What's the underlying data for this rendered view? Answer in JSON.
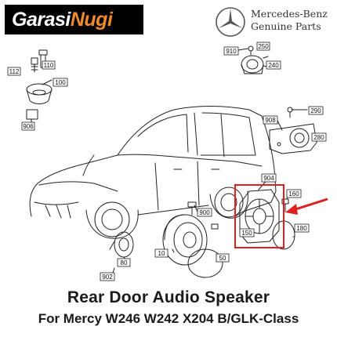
{
  "brand": {
    "shop_name_prefix": "Garasi",
    "shop_name_suffix": "Nugi",
    "maker_line1": "Mercedes-Benz",
    "maker_line2": "Genuine Parts"
  },
  "colors": {
    "logo_background": "#000000",
    "logo_accent": "#f08a2a",
    "highlight": "#e02020"
  },
  "callouts": {
    "c112": "112",
    "c110": "110",
    "c100": "100",
    "c906": "906",
    "c910": "910",
    "c250": "250",
    "c240": "240",
    "c290": "290",
    "c908": "908",
    "c280": "280",
    "c904": "904",
    "c160": "160",
    "c150": "150",
    "c180": "180",
    "c900": "900",
    "c10": "10",
    "c50": "50",
    "c80": "80",
    "c902": "902"
  },
  "title": {
    "line1": "Rear Door Audio Speaker",
    "line2": "For Mercy W246 W242 X204 B/GLK-Class"
  }
}
